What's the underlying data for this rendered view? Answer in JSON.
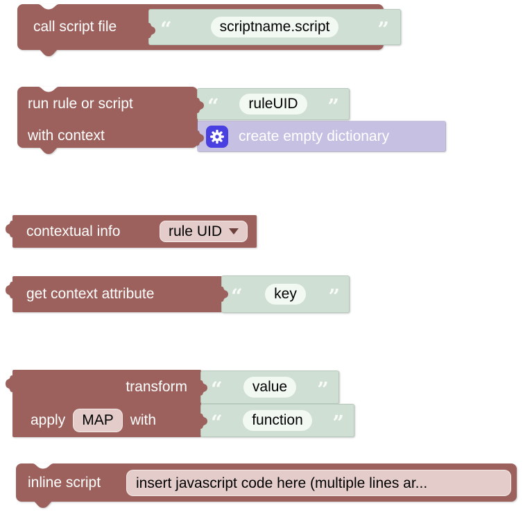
{
  "colors": {
    "background": "#ffffff",
    "block": "#9c615c",
    "string_block": "#cfdfd4",
    "dict_block": "#c6c0e3",
    "field_white": "#f2f8f2",
    "field_pink": "#e3ccc9",
    "gear_badge": "#4a3fe0",
    "dropdown_arrow": "#6d403b",
    "label_text": "#ffffff",
    "field_text": "#000000"
  },
  "quotes": {
    "open": "“",
    "close": "”"
  },
  "icons": {
    "dictionary_mutator": "gear-icon",
    "dropdown": "arrow-down-icon"
  },
  "blocks": {
    "call_script": {
      "label": "call script file",
      "value": "scriptname.script"
    },
    "run_rule": {
      "label": "run rule or script",
      "value": "ruleUID",
      "context_label": "with context",
      "dict_label": "create empty dictionary"
    },
    "contextual_info": {
      "label": "contextual info",
      "dropdown_value": "rule UID"
    },
    "get_context": {
      "label": "get context attribute",
      "value": "key"
    },
    "transform": {
      "label": "transform",
      "value": "value",
      "apply_label": "apply",
      "map_field": "MAP",
      "with_label": "with",
      "function_value": "function"
    },
    "inline_script": {
      "label": "inline script",
      "value": "insert javascript code here (multiple lines ar..."
    }
  }
}
